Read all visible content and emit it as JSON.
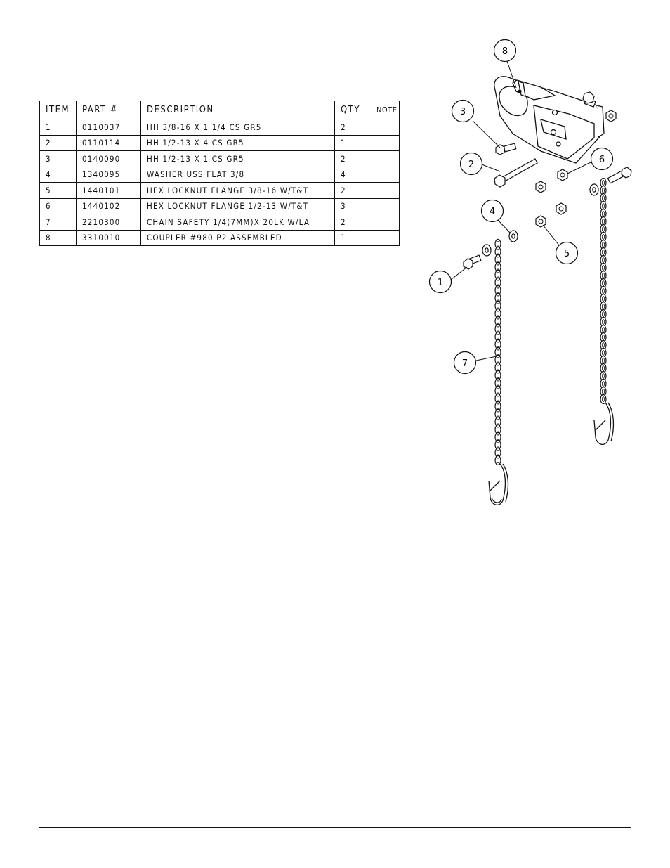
{
  "parts_table": {
    "headers": {
      "item": "ITEM",
      "part": "PART #",
      "description": "DESCRIPTION",
      "qty": "QTY",
      "note": "NOTE"
    },
    "rows": [
      {
        "item": "1",
        "part": "0110037",
        "description": "HH 3/8-16 X 1 1/4 CS GR5",
        "qty": "2",
        "note": ""
      },
      {
        "item": "2",
        "part": "0110114",
        "description": "HH 1/2-13 X 4 CS GR5",
        "qty": "1",
        "note": ""
      },
      {
        "item": "3",
        "part": "0140090",
        "description": "HH 1/2-13 X 1 CS GR5",
        "qty": "2",
        "note": ""
      },
      {
        "item": "4",
        "part": "1340095",
        "description": "WASHER USS FLAT 3/8",
        "qty": "4",
        "note": ""
      },
      {
        "item": "5",
        "part": "1440101",
        "description": "HEX LOCKNUT FLANGE 3/8-16 W/T&T",
        "qty": "2",
        "note": ""
      },
      {
        "item": "6",
        "part": "1440102",
        "description": "HEX LOCKNUT FLANGE 1/2-13 W/T&T",
        "qty": "3",
        "note": ""
      },
      {
        "item": "7",
        "part": "2210300",
        "description": "CHAIN SAFETY 1/4(7MM)X 20LK W/LA",
        "qty": "2",
        "note": ""
      },
      {
        "item": "8",
        "part": "3310010",
        "description": "COUPLER #980 P2 ASSEMBLED",
        "qty": "1",
        "note": ""
      }
    ]
  },
  "callouts": [
    "8",
    "3",
    "2",
    "6",
    "4",
    "5",
    "1",
    "7"
  ]
}
